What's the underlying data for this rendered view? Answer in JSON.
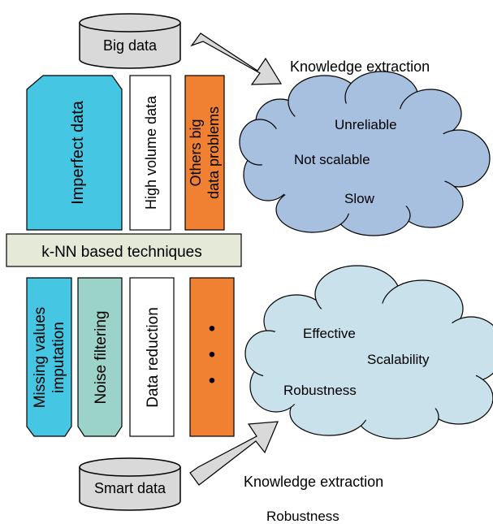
{
  "top": {
    "cylinder_label": "Big data",
    "extraction_label": "Knowledge extraction",
    "problems": [
      "Imperfect data",
      "High volume data"
    ],
    "others_lines": [
      "Others big",
      "data problems"
    ],
    "cloud_items": [
      "Unreliable",
      "Not scalable",
      "Slow"
    ]
  },
  "middle": {
    "banner_label": "k-NN based techniques"
  },
  "bottom": {
    "missing_lines": [
      "Missing values",
      "imputation"
    ],
    "noise_label": "Noise filtering",
    "reduction_label": "Data reduction",
    "more_dots": "•",
    "cloud_items": [
      "Effective",
      "Scalability",
      "Robustness"
    ],
    "cylinder_label": "Smart data",
    "extraction_label": "Knowledge extraction",
    "footer_label": "Robustness"
  },
  "colors": {
    "imperfect": "#45c6e3",
    "volume": "#ffffff",
    "others": "#f08032",
    "banner": "#e4e9d8",
    "missing": "#45c6e3",
    "noise": "#9bd3c9",
    "cloud_top": "#a8c0e0",
    "cloud_bottom": "#c9e1ea",
    "cylinder": "#d9d9d9",
    "arrow": "#d9d9d9"
  }
}
